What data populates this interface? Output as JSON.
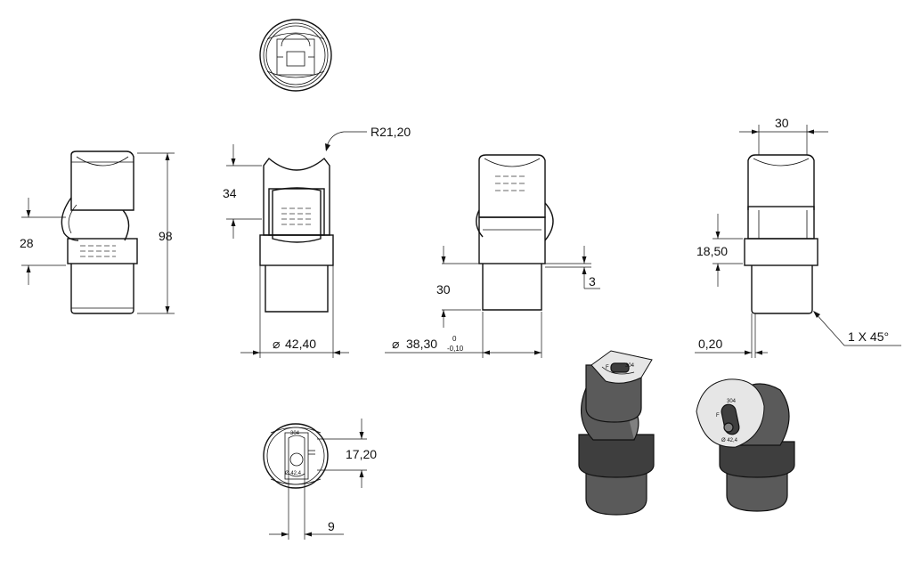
{
  "dimensions": {
    "view1_height": "28",
    "view1_total": "98",
    "view2_top": "34",
    "view2_radius": "R21,20",
    "view2_diameter": "42,40",
    "view3_height": "30",
    "view3_gap": "3",
    "view3_diameter": "38,30",
    "view3_tol_upper": "0",
    "view3_tol_lower": "-0,10",
    "view4_width": "30",
    "view4_height": "18,50",
    "view4_chamfer": "1 X 45°",
    "view4_offset": "0,20",
    "bottom_width": "17,20",
    "bottom_slot": "9"
  },
  "part_markings": {
    "code": "304",
    "size": "Ø 42,4",
    "letter": "F"
  },
  "symbols": {
    "diameter": "⌀"
  }
}
